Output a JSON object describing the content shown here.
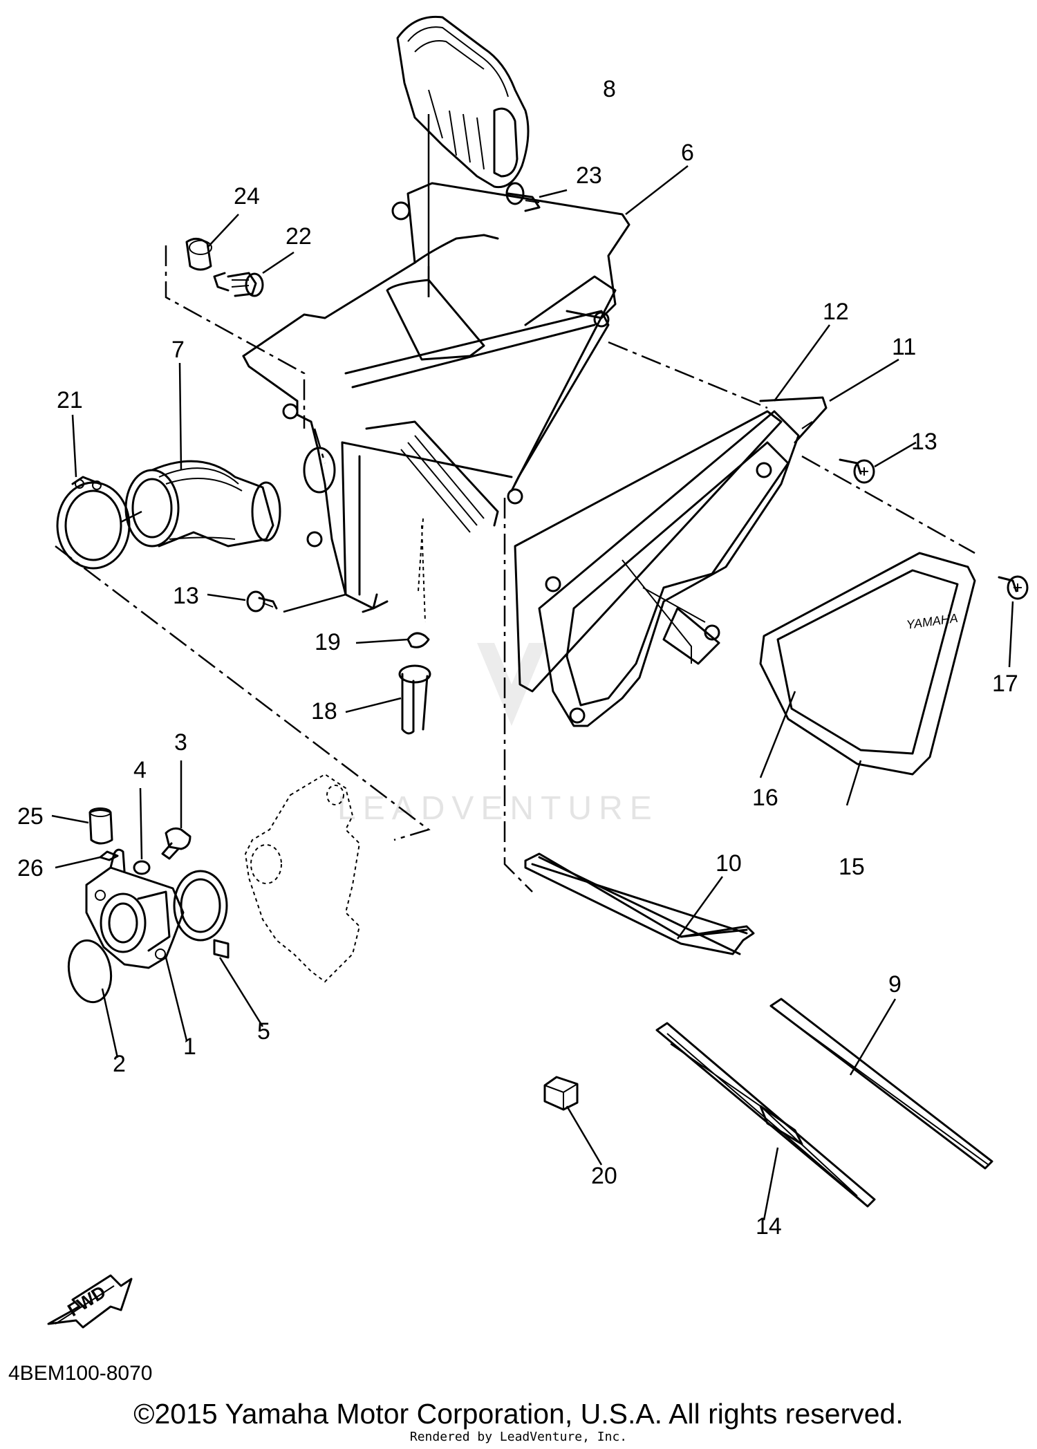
{
  "diagram": {
    "callouts": [
      {
        "id": "1",
        "label": "1"
      },
      {
        "id": "2",
        "label": "2"
      },
      {
        "id": "3",
        "label": "3"
      },
      {
        "id": "4",
        "label": "4"
      },
      {
        "id": "5",
        "label": "5"
      },
      {
        "id": "6",
        "label": "6"
      },
      {
        "id": "7",
        "label": "7"
      },
      {
        "id": "8",
        "label": "8"
      },
      {
        "id": "9",
        "label": "9"
      },
      {
        "id": "10",
        "label": "10"
      },
      {
        "id": "11",
        "label": "11"
      },
      {
        "id": "12",
        "label": "12"
      },
      {
        "id": "13a",
        "label": "13"
      },
      {
        "id": "13b",
        "label": "13"
      },
      {
        "id": "14",
        "label": "14"
      },
      {
        "id": "15",
        "label": "15"
      },
      {
        "id": "16",
        "label": "16"
      },
      {
        "id": "17",
        "label": "17"
      },
      {
        "id": "18",
        "label": "18"
      },
      {
        "id": "19",
        "label": "19"
      },
      {
        "id": "20",
        "label": "20"
      },
      {
        "id": "21",
        "label": "21"
      },
      {
        "id": "22",
        "label": "22"
      },
      {
        "id": "23",
        "label": "23"
      },
      {
        "id": "24",
        "label": "24"
      },
      {
        "id": "25",
        "label": "25"
      },
      {
        "id": "26",
        "label": "26"
      }
    ],
    "cover_brand": "YAMAHA",
    "fwd_label": "FWD",
    "watermark": "LEADVENTURE"
  },
  "footer": {
    "diagram_code": "4BEM100-8070",
    "copyright": "©2015 Yamaha Motor Corporation, U.S.A. All rights reserved.",
    "rendered_by": "Rendered by LeadVenture, Inc."
  }
}
